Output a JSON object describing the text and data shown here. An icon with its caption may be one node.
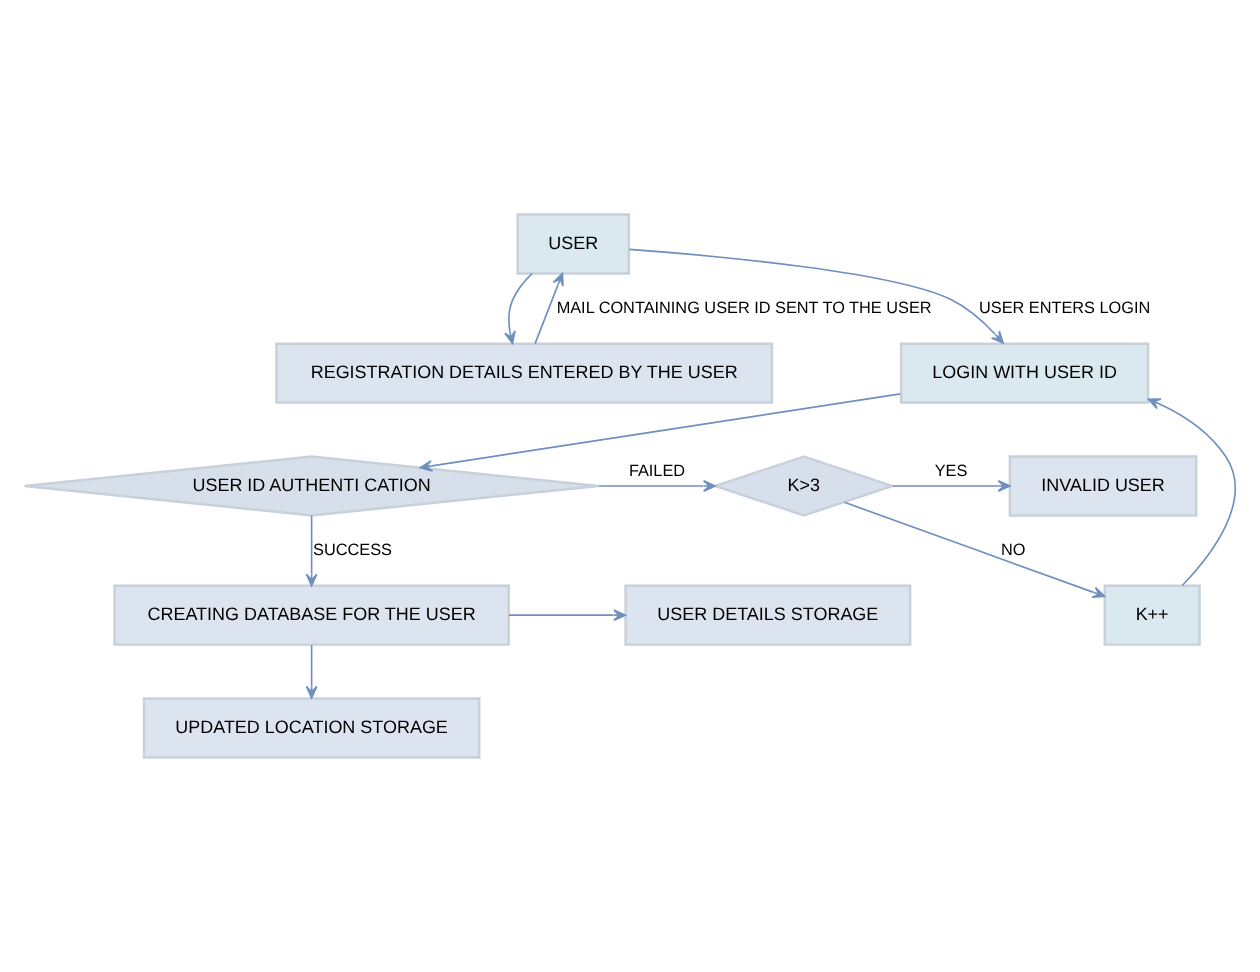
{
  "diagram": {
    "nodes": [
      {
        "text": [
          "USER"
        ]
      },
      {
        "text": [
          "REGISTRATION DETAILS ENTERED BY THE USER"
        ]
      },
      {
        "text": [
          "LOGIN WITH USER ID"
        ]
      },
      {
        "text": [
          "USER ID AUTHENTI CATION"
        ]
      },
      {
        "text": [
          "K++"
        ]
      },
      {
        "text": [
          "K>3"
        ]
      },
      {
        "text": [
          "INVALID USER"
        ]
      },
      {
        "text": [
          "CREATING DATABASE FOR THE USER"
        ]
      },
      {
        "text": [
          "USER DETAILS STORAGE"
        ]
      },
      {
        "text": [
          "UPDATED LOCATION STORAGE"
        ]
      }
    ],
    "edges": [
      {
        "from": 0,
        "to": 1,
        "arrow": "to"
      },
      {
        "from": 1,
        "to": 0,
        "arrow": "to",
        "label": "MAIL CONTAINING USER ID SENT TO THE USER"
      },
      {
        "from": 0,
        "to": 2,
        "arrow": "to",
        "label": "USER ENTERS LOGIN"
      },
      {
        "from": 2,
        "to": 3,
        "arrow": "to"
      },
      {
        "from": 3,
        "to": 5,
        "arrow": "to",
        "label": "FAILED"
      },
      {
        "from": 5,
        "to": 4,
        "arrow": "to",
        "label": "NO"
      },
      {
        "from": 4,
        "to": 2,
        "arrow": "to"
      },
      {
        "from": 5,
        "to": 6,
        "arrow": "to",
        "label": "YES"
      },
      {
        "from": 3,
        "to": 7,
        "arrow": "to",
        "label": "SUCCESS"
      },
      {
        "from": 7,
        "to": 8,
        "arrow": "to"
      },
      {
        "from": 7,
        "to": 9,
        "arrow": "to"
      }
    ]
  }
}
